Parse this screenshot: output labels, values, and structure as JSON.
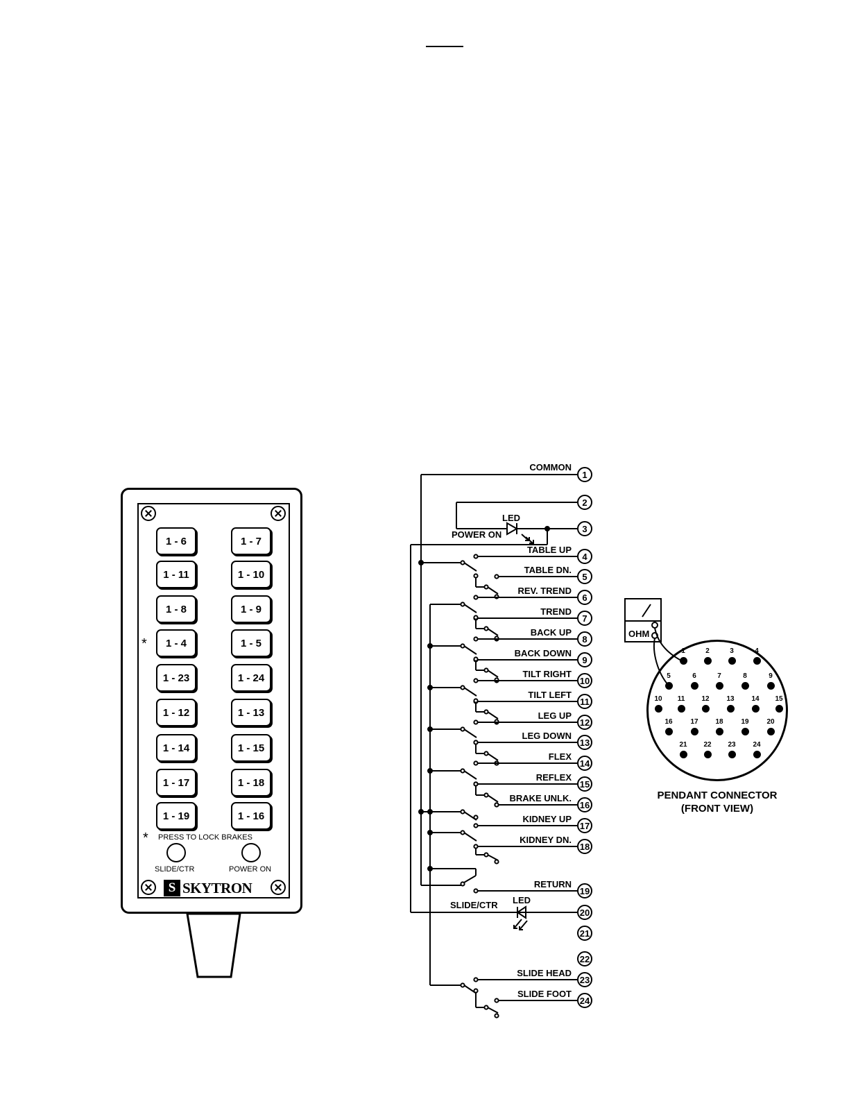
{
  "pendant": {
    "buttons_left": [
      "1 - 6",
      "1 - 11",
      "1 - 8",
      "1 - 4",
      "1 - 23",
      "1 - 12",
      "1 - 14",
      "1 - 17",
      "1 - 19"
    ],
    "buttons_right": [
      "1 - 7",
      "1 - 10",
      "1 - 9",
      "1 - 5",
      "1 - 24",
      "1 - 13",
      "1 - 15",
      "1 - 18",
      "1 - 16"
    ],
    "asterisk": "*",
    "press_note": "PRESS TO LOCK BRAKES",
    "slide_ctr_label": "SLIDE/CTR",
    "power_on_label": "POWER ON",
    "logo_mark": "S",
    "brand": "SKYTRON"
  },
  "schematic": {
    "common": "COMMON",
    "led_top": "LED",
    "power_on": "POWER ON",
    "labels": {
      "4": "TABLE UP",
      "5": "TABLE DN.",
      "6": "REV. TREND",
      "7": "TREND",
      "8": "BACK UP",
      "9": "BACK DOWN",
      "10": "TILT RIGHT",
      "11": "TILT LEFT",
      "12": "LEG UP",
      "13": "LEG DOWN",
      "14": "FLEX",
      "15": "REFLEX",
      "16": "BRAKE UNLK.",
      "17": "KIDNEY UP",
      "18": "KIDNEY DN.",
      "19": "RETURN",
      "23": "SLIDE HEAD",
      "24": "SLIDE FOOT"
    },
    "slide_ctr": "SLIDE/CTR",
    "led_bottom": "LED",
    "terminals": [
      "1",
      "2",
      "3",
      "4",
      "5",
      "6",
      "7",
      "8",
      "9",
      "10",
      "11",
      "12",
      "13",
      "14",
      "15",
      "16",
      "17",
      "18",
      "19",
      "20",
      "21",
      "22",
      "23",
      "24"
    ]
  },
  "connector": {
    "meter_label": "OHM",
    "pins": [
      "1",
      "2",
      "3",
      "4",
      "5",
      "6",
      "7",
      "8",
      "9",
      "10",
      "11",
      "12",
      "13",
      "14",
      "15",
      "16",
      "17",
      "18",
      "19",
      "20",
      "21",
      "22",
      "23",
      "24"
    ],
    "caption_line1": "PENDANT CONNECTOR",
    "caption_line2": "(FRONT VIEW)"
  }
}
